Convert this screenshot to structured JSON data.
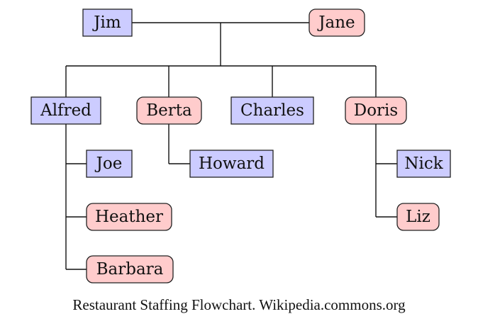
{
  "colors": {
    "male": "#ccccff",
    "female": "#ffcccc",
    "line": "#111111"
  },
  "nodes": {
    "jim": {
      "label": "Jim",
      "kind": "male"
    },
    "jane": {
      "label": "Jane",
      "kind": "female"
    },
    "alfred": {
      "label": "Alfred",
      "kind": "male"
    },
    "berta": {
      "label": "Berta",
      "kind": "female"
    },
    "charles": {
      "label": "Charles",
      "kind": "male"
    },
    "doris": {
      "label": "Doris",
      "kind": "female"
    },
    "joe": {
      "label": "Joe",
      "kind": "male"
    },
    "heather": {
      "label": "Heather",
      "kind": "female"
    },
    "barbara": {
      "label": "Barbara",
      "kind": "female"
    },
    "howard": {
      "label": "Howard",
      "kind": "male"
    },
    "nick": {
      "label": "Nick",
      "kind": "male"
    },
    "liz": {
      "label": "Liz",
      "kind": "female"
    }
  },
  "caption": "Restaurant Staffing Flowchart. Wikipedia.commons.org"
}
